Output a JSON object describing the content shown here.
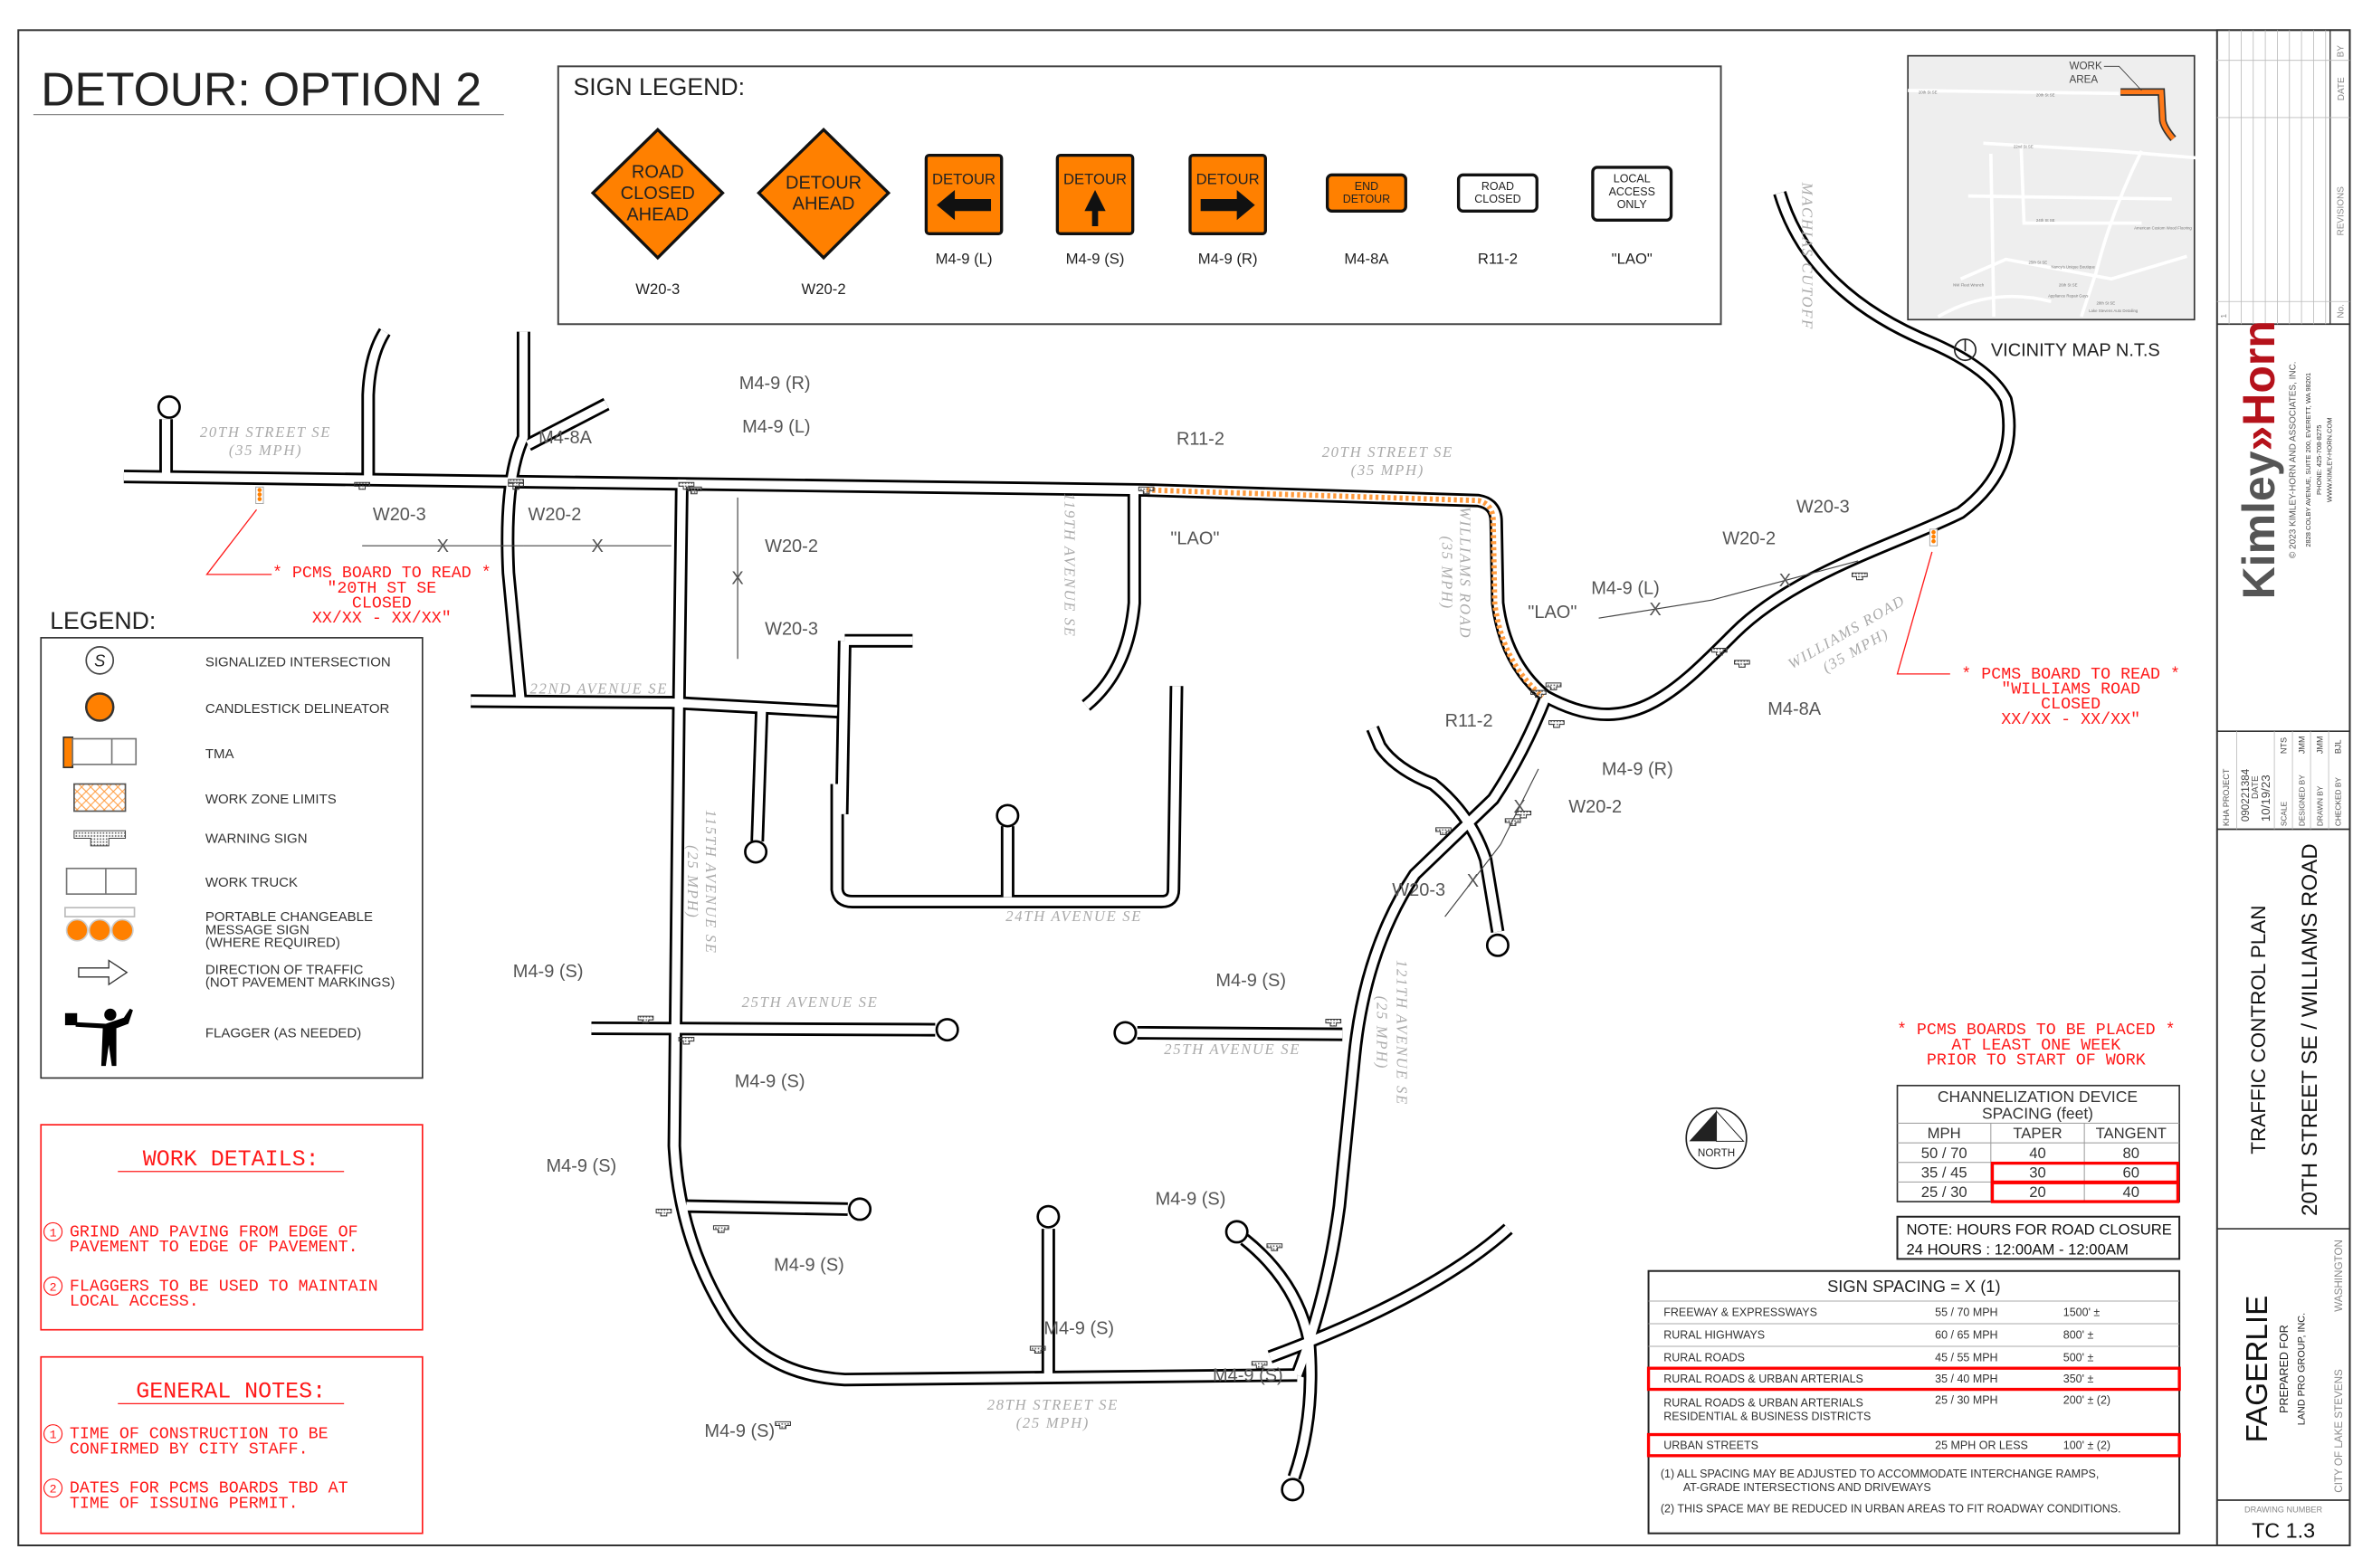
{
  "title": "DETOUR: OPTION 2",
  "colors": {
    "sign_orange": "#ff8000",
    "note_red": "#ff1a1a",
    "brand_red": "#b5121b",
    "brand_gray": "#555555",
    "work_zone": "#ff9a3c"
  },
  "sign_legend": {
    "heading": "SIGN LEGEND:",
    "signs": [
      {
        "code": "W20-3",
        "lines": [
          "ROAD",
          "CLOSED",
          "AHEAD"
        ],
        "shape": "diamond",
        "color": "#ff8000"
      },
      {
        "code": "W20-2",
        "lines": [
          "DETOUR",
          "AHEAD"
        ],
        "shape": "diamond",
        "color": "#ff8000"
      },
      {
        "code": "M4-9 (L)",
        "lines": [
          "DETOUR"
        ],
        "shape": "rect",
        "icon": "arrow-left-icon",
        "color": "#ff8000"
      },
      {
        "code": "M4-9 (S)",
        "lines": [
          "DETOUR"
        ],
        "shape": "rect",
        "icon": "arrow-up-icon",
        "color": "#ff8000"
      },
      {
        "code": "M4-9 (R)",
        "lines": [
          "DETOUR"
        ],
        "shape": "rect",
        "icon": "arrow-right-icon",
        "color": "#ff8000"
      },
      {
        "code": "M4-8A",
        "lines": [
          "END",
          "DETOUR"
        ],
        "shape": "small-rect",
        "color": "#ff8000"
      },
      {
        "code": "R11-2",
        "lines": [
          "ROAD",
          "CLOSED"
        ],
        "shape": "small-rect",
        "color": "#ffffff"
      },
      {
        "code": "\"LAO\"",
        "lines": [
          "LOCAL",
          "ACCESS",
          "ONLY"
        ],
        "shape": "small-rect",
        "color": "#ffffff"
      }
    ]
  },
  "vicinity_map": {
    "work_area": [
      "WORK",
      "AREA"
    ],
    "caption": "VICINITY MAP N.T.S",
    "places": [
      "20th St SE",
      "20th St SE",
      "22nd St SE",
      "24th St SE",
      "25th St SE",
      "26th St SE",
      "28th St SE",
      "Nancy's Unique Boutique",
      "Appliance Repair Guys",
      "American Custom Wood Flooring",
      "NW Fleet Wrench",
      "Lake Stevens Auto Detailing"
    ]
  },
  "legend": {
    "heading": "LEGEND:",
    "items": [
      {
        "icon": "signalized-intersection-icon",
        "lines": [
          "SIGNALIZED INTERSECTION"
        ]
      },
      {
        "icon": "candlestick-delineator-icon",
        "lines": [
          "CANDLESTICK DELINEATOR"
        ]
      },
      {
        "icon": "tma-icon",
        "lines": [
          "TMA"
        ]
      },
      {
        "icon": "work-zone-limits-icon",
        "lines": [
          "WORK ZONE LIMITS"
        ]
      },
      {
        "icon": "warning-sign-icon",
        "lines": [
          "WARNING SIGN"
        ]
      },
      {
        "icon": "work-truck-icon",
        "lines": [
          "WORK TRUCK"
        ]
      },
      {
        "icon": "pcms-icon",
        "lines": [
          "PORTABLE CHANGEABLE",
          "MESSAGE SIGN",
          "(WHERE REQUIRED)"
        ]
      },
      {
        "icon": "traffic-direction-arrow-icon",
        "lines": [
          "DIRECTION OF TRAFFIC",
          "(NOT PAVEMENT MARKINGS)"
        ]
      },
      {
        "icon": "flagger-icon",
        "lines": [
          "FLAGGER (AS NEEDED)"
        ]
      }
    ]
  },
  "work_details": {
    "heading": "WORK DETAILS:",
    "items": [
      {
        "num": "1",
        "lines": [
          "GRIND AND PAVING FROM EDGE OF",
          "PAVEMENT TO EDGE OF PAVEMENT."
        ]
      },
      {
        "num": "2",
        "lines": [
          "FLAGGERS TO BE USED TO MAINTAIN",
          "LOCAL ACCESS."
        ]
      }
    ]
  },
  "general_notes": {
    "heading": "GENERAL NOTES:",
    "items": [
      {
        "num": "1",
        "lines": [
          "TIME OF CONSTRUCTION TO BE",
          "CONFIRMED BY CITY STAFF."
        ]
      },
      {
        "num": "2",
        "lines": [
          "DATES FOR PCMS BOARDS TBD AT",
          "TIME OF ISSUING PERMIT."
        ]
      }
    ]
  },
  "pcms_notes": [
    {
      "lines": [
        "* PCMS BOARD TO READ *",
        "\"20TH ST SE",
        "CLOSED",
        "XX/XX - XX/XX\""
      ]
    },
    {
      "lines": [
        "* PCMS BOARD TO READ *",
        "\"WILLIAMS ROAD",
        "CLOSED",
        "XX/XX - XX/XX\""
      ]
    },
    {
      "lines": [
        "* PCMS BOARDS TO BE PLACED *",
        "AT LEAST ONE WEEK",
        "PRIOR TO START OF WORK"
      ]
    }
  ],
  "channelization": {
    "title": [
      "CHANNELIZATION DEVICE",
      "SPACING (feet)"
    ],
    "columns": [
      "MPH",
      "TAPER",
      "TANGENT"
    ],
    "rows": [
      {
        "mph": "50 / 70",
        "taper": "40",
        "tangent": "80",
        "highlighted": false
      },
      {
        "mph": "35 / 45",
        "taper": "30",
        "tangent": "60",
        "highlighted": true
      },
      {
        "mph": "25 / 30",
        "taper": "20",
        "tangent": "40",
        "highlighted": true
      }
    ]
  },
  "closure_note": [
    "NOTE: HOURS FOR ROAD CLOSURE",
    "24 HOURS : 12:00AM - 12:00AM"
  ],
  "sign_spacing": {
    "title": "SIGN SPACING = X (1)",
    "rows": [
      {
        "road": [
          "FREEWAY & EXPRESSWAYS"
        ],
        "speed": "55 / 70 MPH",
        "spacing": "1500' ±",
        "highlighted": false
      },
      {
        "road": [
          "RURAL HIGHWAYS"
        ],
        "speed": "60 / 65 MPH",
        "spacing": "800' ±",
        "highlighted": false
      },
      {
        "road": [
          "RURAL ROADS"
        ],
        "speed": "45 / 55 MPH",
        "spacing": "500' ±",
        "highlighted": false
      },
      {
        "road": [
          "RURAL ROADS & URBAN ARTERIALS"
        ],
        "speed": "35 / 40 MPH",
        "spacing": "350' ±",
        "highlighted": true
      },
      {
        "road": [
          "RURAL ROADS & URBAN ARTERIALS",
          "RESIDENTIAL & BUSINESS DISTRICTS"
        ],
        "speed": "25 / 30 MPH",
        "spacing": "200' ±  (2)",
        "highlighted": false
      },
      {
        "road": [
          "URBAN STREETS"
        ],
        "speed": "25 MPH OR LESS",
        "spacing": "100' ±  (2)",
        "highlighted": true
      }
    ],
    "footnotes": [
      "(1) ALL SPACING MAY BE ADJUSTED TO ACCOMMODATE INTERCHANGE RAMPS,",
      "AT-GRADE INTERSECTIONS AND DRIVEWAYS",
      "(2) THIS SPACE MAY BE REDUCED IN URBAN AREAS TO FIT ROADWAY CONDITIONS."
    ]
  },
  "north_label": "NORTH",
  "map": {
    "street_labels": [
      "20TH STREET SE",
      "(35 MPH)",
      "22ND AVENUE SE",
      "20TH STREET SE",
      "(35 MPH)",
      "119TH AVENUE SE",
      "WILLIAMS ROAD",
      "(35 MPH)",
      "WILLIAMS ROAD",
      "(35 MPH)",
      "MACHIAS CUTOFF",
      "115TH AVENUE SE",
      "(25 MPH)",
      "24TH AVENUE SE",
      "25TH AVENUE SE",
      "25TH AVENUE SE",
      "121TH AVENUE SE",
      "(25 MPH)",
      "28TH STREET SE",
      "(25 MPH)"
    ],
    "sign_labels": [
      "M4-8A",
      "M4-9 (R)",
      "M4-9 (L)",
      "W20-3",
      "W20-2",
      "W20-2",
      "W20-3",
      "R11-2",
      "\"LAO\"",
      "\"LAO\"",
      "M4-9 (L)",
      "W20-2",
      "W20-3",
      "M4-8A",
      "R11-2",
      "M4-9 (R)",
      "W20-2",
      "W20-3",
      "M4-9 (S)",
      "M4-9 (S)",
      "M4-9 (S)",
      "M4-9 (S)",
      "M4-9 (S)",
      "M4-9 (S)",
      "M4-9 (S)",
      "M4-9 (S)",
      "M4-9 (S)"
    ],
    "spacing_mark": "X"
  },
  "title_block": {
    "revisions": {
      "no": "No.",
      "revisions": "REVISIONS",
      "date": "DATE",
      "by": "BY",
      "first_row": "1"
    },
    "firm": {
      "logo": "Kimley»Horn",
      "copyright": "© 2023 KIMLEY-HORN AND ASSOCIATES, INC.",
      "address": "2828 COLBY AVENUE, SUITE 200, EVERETT, WA 98201",
      "phone": "PHONE: 425-708-8275",
      "web": "WWW.KIMLEY-HORN.COM"
    },
    "project": {
      "label": "KHA PROJECT",
      "number": "090221384",
      "date_label": "DATE",
      "date": "10/19/23",
      "scale_label": "SCALE",
      "scale": "NTS",
      "designed_label": "DESIGNED BY",
      "designed": "JMM",
      "drawn_label": "DRAWN BY",
      "drawn": "JMM",
      "checked_label": "CHECKED BY",
      "checked": "BJL"
    },
    "sheet_title": "TRAFFIC CONTROL PLAN",
    "sheet_subtitle": "20TH STREET SE / WILLIAMS ROAD",
    "project_name": "FAGERLIE",
    "prepared_for": "PREPARED FOR",
    "client": "LAND PRO GROUP, INC.",
    "city": "CITY OF LAKE STEVENS",
    "state": "WASHINGTON",
    "drawing_number_label": "DRAWING NUMBER",
    "drawing_number": "TC 1.3"
  }
}
